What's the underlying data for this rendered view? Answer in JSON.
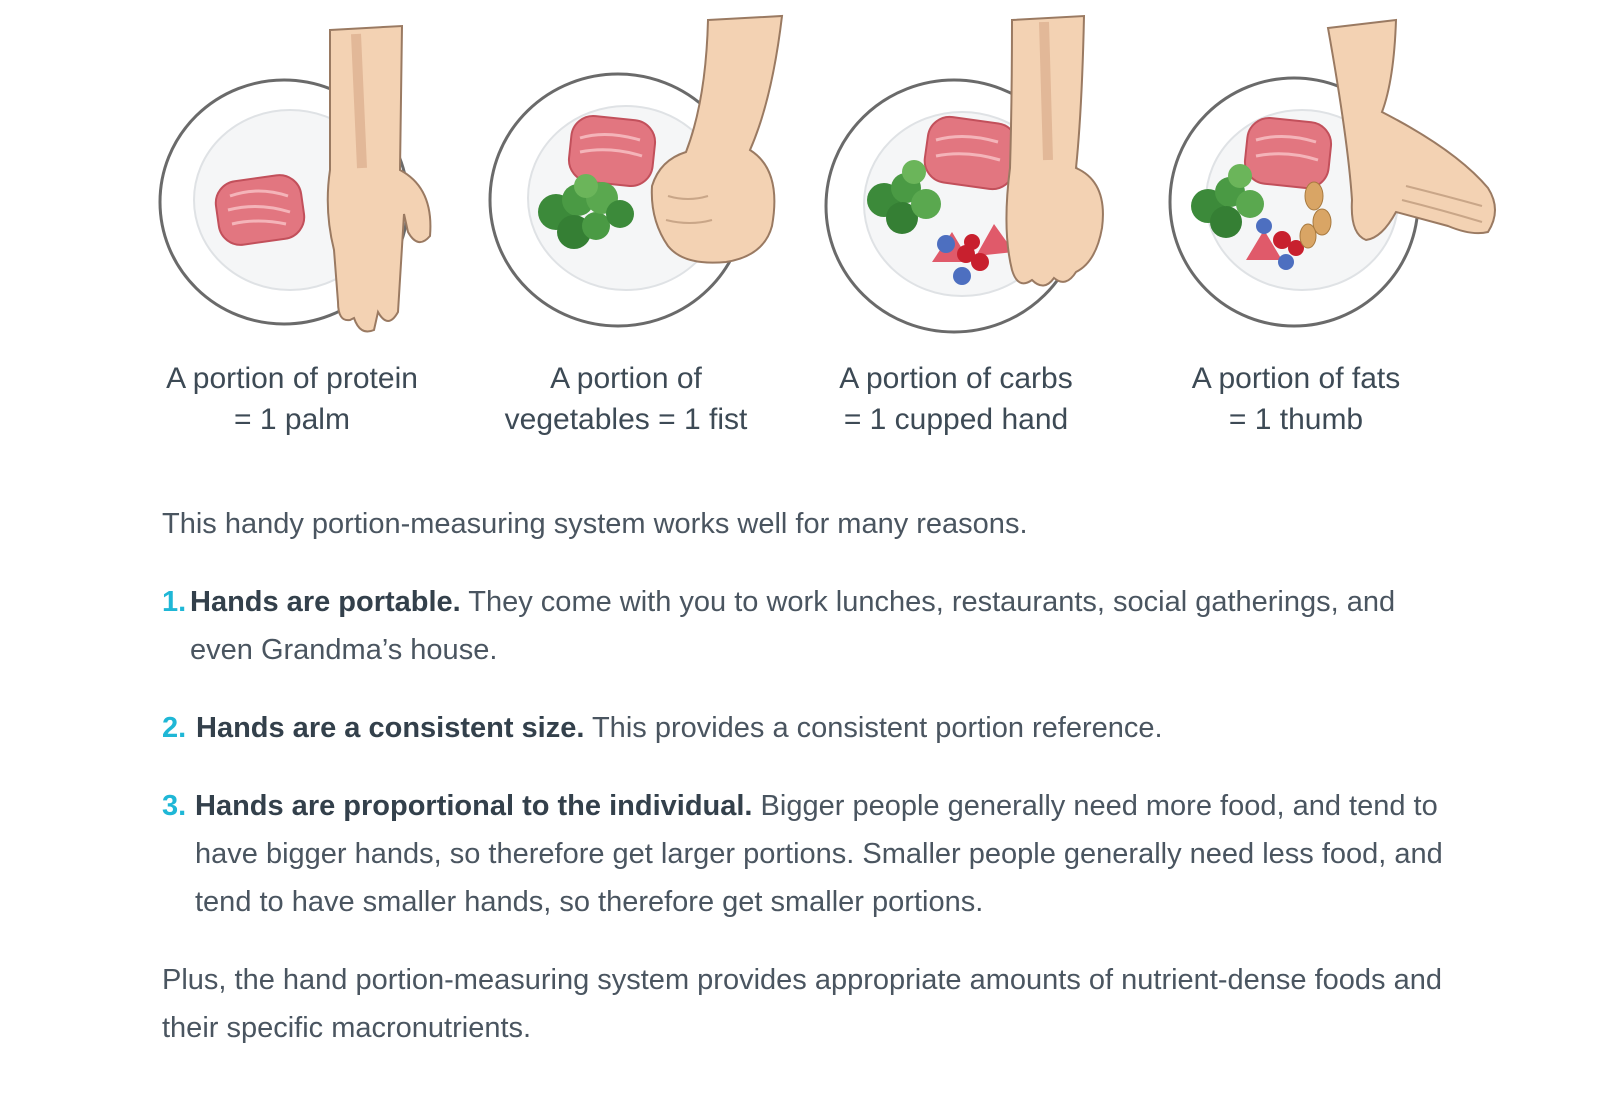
{
  "portions": [
    {
      "line1": "A portion of protein",
      "line2": "= 1 palm",
      "hand": "palm"
    },
    {
      "line1": "A portion of",
      "line2": "vegetables = 1 fist",
      "hand": "fist"
    },
    {
      "line1": "A portion of carbs",
      "line2": "= 1 cupped hand",
      "hand": "cupped-hand"
    },
    {
      "line1": "A portion of fats",
      "line2": "= 1 thumb",
      "hand": "thumb"
    }
  ],
  "article": {
    "intro": "This handy portion-measuring system works well for many reasons.",
    "reasons": [
      {
        "number": "1.",
        "title": "Hands are portable.",
        "text": " They come with you to work lunches, restaurants, social gatherings, and even Grandma’s house."
      },
      {
        "number": "2.",
        "title": "Hands are a consistent size.",
        "text": " This provides a consistent portion reference."
      },
      {
        "number": "3.",
        "title": "Hands are proportional to the individual.",
        "text": " Bigger people generally need more food, and tend to have bigger hands, so therefore get larger portions. Smaller people generally need less food, and tend to have smaller hands, so therefore get smaller portions."
      }
    ],
    "outro": "Plus, the hand portion-measuring system provides appropriate amounts of nutrient-dense foods and their specific macronutrients."
  },
  "colors": {
    "accent_number": "#1fb7d6",
    "meat": "#e0707a",
    "greens": "#3f8f3a",
    "skin": "#f3d2b3",
    "plate_rim": "#666666"
  }
}
